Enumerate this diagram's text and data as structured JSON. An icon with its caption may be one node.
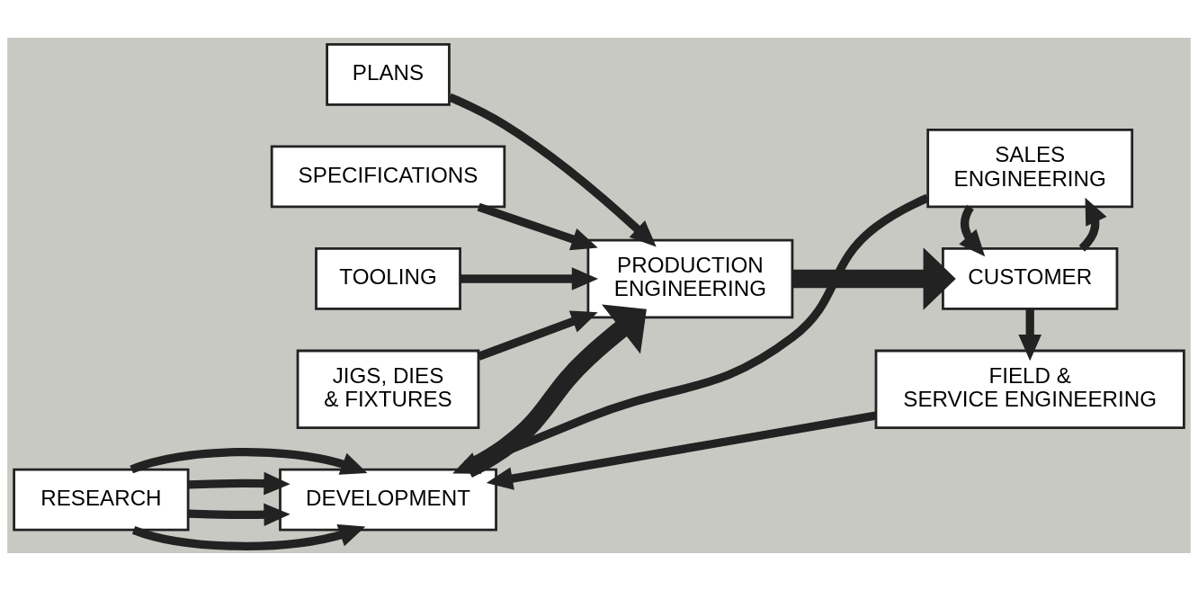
{
  "diagram": {
    "nodes": [
      {
        "text": [
          "SALES ENGINEERING"
        ]
      },
      {
        "text": [
          "PLANS"
        ]
      },
      {
        "text": [
          "SPECIFICATIONS"
        ]
      },
      {
        "text": [
          "RESEARCH"
        ]
      },
      {
        "text": [
          "DEVELOPMENT"
        ]
      },
      {
        "text": [
          "PRODUCTION ENGINEERING"
        ]
      },
      {
        "text": [
          "CUSTOMER"
        ]
      },
      {
        "text": [
          "TOOLING"
        ]
      },
      {
        "text": [
          "JIGS, DIES & FIXTURES"
        ]
      },
      {
        "text": [
          "FIELD & SERVICE ENGINEERING"
        ]
      }
    ],
    "edges": [
      {
        "from": 3,
        "to": 4,
        "arrow": "to"
      },
      {
        "from": 3,
        "to": 4,
        "arrow": "to"
      },
      {
        "from": 3,
        "to": 4,
        "arrow": "to"
      },
      {
        "from": 3,
        "to": 4,
        "arrow": "to"
      },
      {
        "from": 4,
        "to": 5,
        "arrow": "to",
        "style": "thick"
      },
      {
        "from": 1,
        "to": 5,
        "arrow": "to"
      },
      {
        "from": 2,
        "to": 5,
        "arrow": "to"
      },
      {
        "from": 7,
        "to": 5,
        "arrow": "to"
      },
      {
        "from": 8,
        "to": 5,
        "arrow": "to"
      },
      {
        "from": 5,
        "to": 6,
        "arrow": "to",
        "style": "thick"
      },
      {
        "from": 6,
        "to": 0,
        "arrow": "to"
      },
      {
        "from": 0,
        "to": 6,
        "arrow": "to"
      },
      {
        "from": 6,
        "to": 9,
        "arrow": "to"
      },
      {
        "from": 0,
        "to": 4,
        "arrow": "to"
      },
      {
        "from": 9,
        "to": 4,
        "arrow": "to"
      }
    ]
  }
}
